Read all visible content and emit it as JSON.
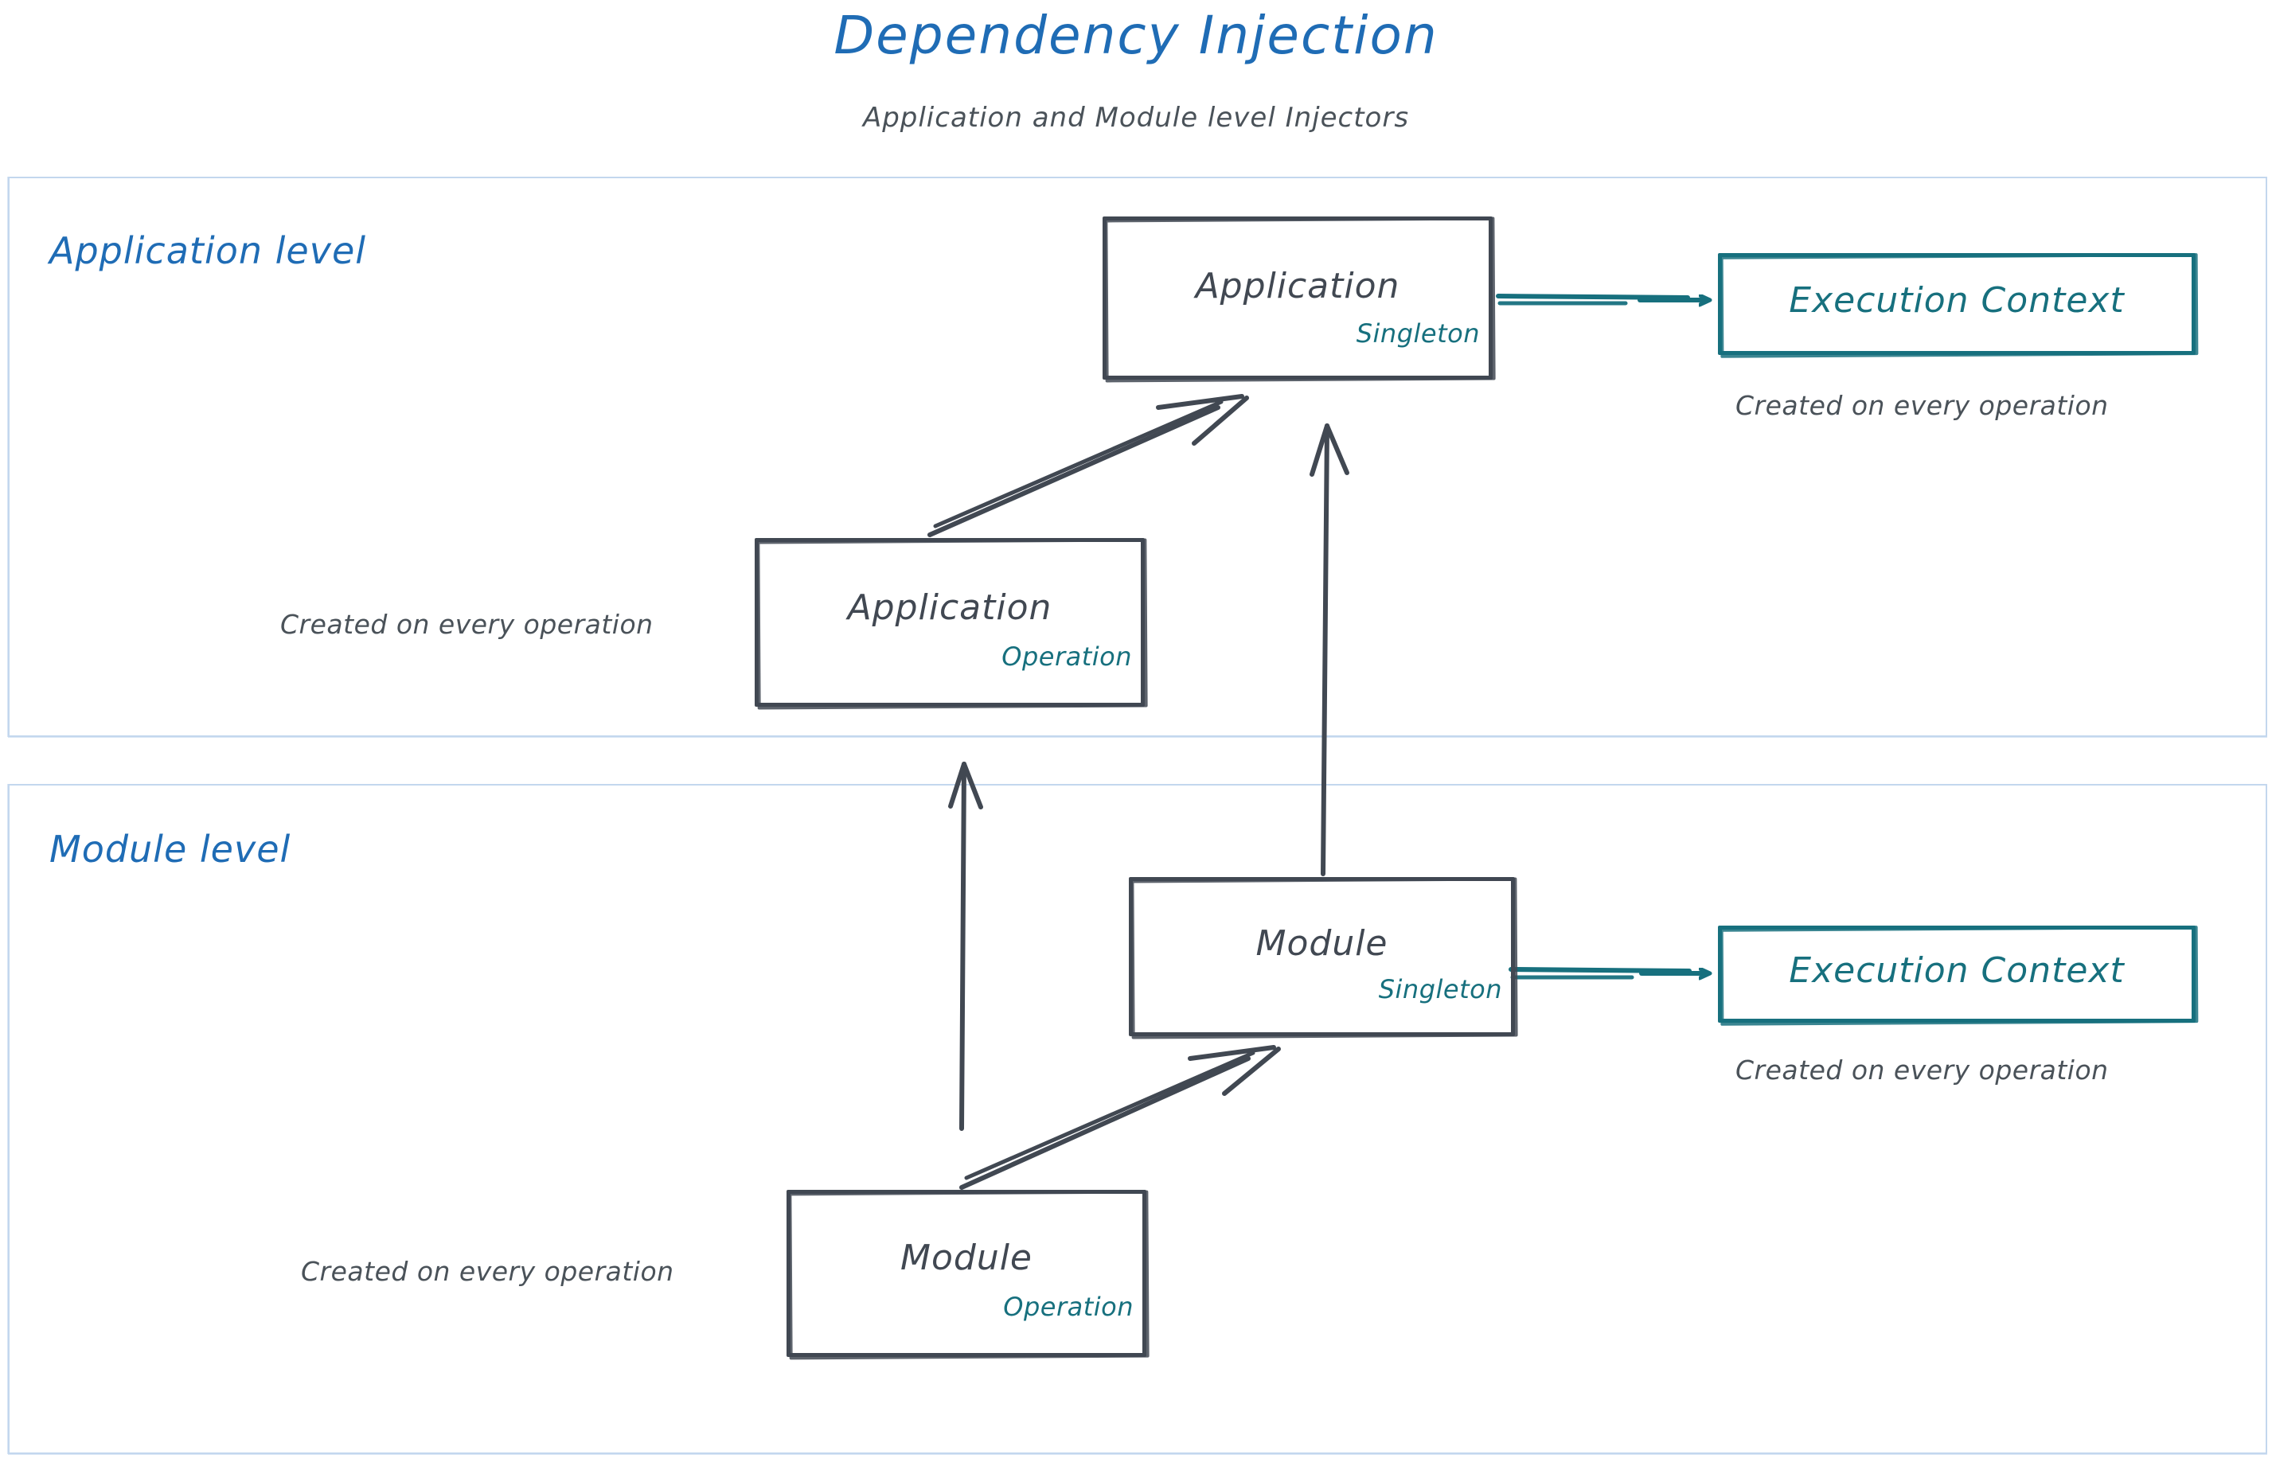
{
  "header": {
    "title": "Dependency Injection",
    "subtitle": "Application and Module level Injectors"
  },
  "colors": {
    "title_blue": "#1f6cb5",
    "label_blue": "#1f6cb5",
    "node_dark": "#414852",
    "accent_teal": "#17707e",
    "container_border": "#c3d7ee",
    "background": "#ffffff"
  },
  "levels": [
    {
      "id": "application-level",
      "label": "Application level"
    },
    {
      "id": "module-level",
      "label": "Module level"
    }
  ],
  "nodes": {
    "app_singleton": {
      "title": "Application",
      "scope": "Singleton"
    },
    "app_operation": {
      "title": "Application",
      "scope": "Operation"
    },
    "module_singleton": {
      "title": "Module",
      "scope": "Singleton"
    },
    "module_operation": {
      "title": "Module",
      "scope": "Operation"
    },
    "exec_ctx_app": {
      "title": "Execution Context"
    },
    "exec_ctx_module": {
      "title": "Execution Context"
    }
  },
  "captions": {
    "exec_ctx_app_note": "Created on every operation",
    "app_operation_note": "Created on every operation",
    "exec_ctx_module_note": "Created on every operation",
    "module_operation_note": "Created on every operation"
  },
  "edges": [
    {
      "id": "app-singleton-to-exec-context",
      "from": "app_singleton",
      "to": "exec_ctx_app",
      "color": "#17707e",
      "style": "straight-right"
    },
    {
      "id": "app-operation-to-app-singleton",
      "from": "app_operation",
      "to": "app_singleton",
      "color": "#414852",
      "style": "diagonal-up-right"
    },
    {
      "id": "module-singleton-to-app-singleton",
      "from": "module_singleton",
      "to": "app_singleton",
      "color": "#414852",
      "style": "vertical-up"
    },
    {
      "id": "module-operation-to-app-operation",
      "from": "module_operation",
      "to": "app_operation",
      "color": "#414852",
      "style": "vertical-up"
    },
    {
      "id": "module-operation-to-module-singleton",
      "from": "module_operation",
      "to": "module_singleton",
      "color": "#414852",
      "style": "diagonal-up-right"
    },
    {
      "id": "module-singleton-to-exec-context",
      "from": "module_singleton",
      "to": "exec_ctx_module",
      "color": "#17707e",
      "style": "straight-right"
    }
  ]
}
